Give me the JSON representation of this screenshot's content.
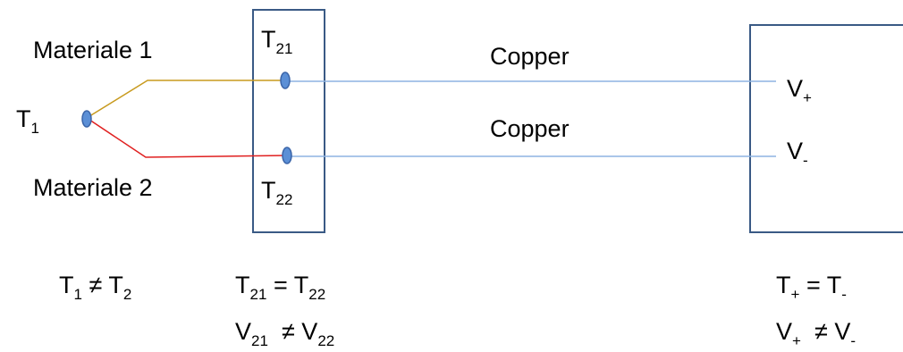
{
  "labels": {
    "materiale1": "Materiale 1",
    "materiale2": "Materiale 2",
    "copper_top": "Copper",
    "copper_bottom": "Copper",
    "t1": {
      "base": "T",
      "sub": "1"
    },
    "t21": {
      "base": "T",
      "sub": "21"
    },
    "t22": {
      "base": "T",
      "sub": "22"
    },
    "vplus": {
      "base": "V",
      "sub": "+"
    },
    "vminus": {
      "base": "V",
      "sub": "-"
    }
  },
  "equations": {
    "eq1": {
      "left": "T",
      "left_sub": "1",
      "op": "≠",
      "right": "T",
      "right_sub": "2"
    },
    "eq2": {
      "left": "T",
      "left_sub": "21",
      "op": "=",
      "right": "T",
      "right_sub": "22"
    },
    "eq3": {
      "left": "V",
      "left_sub": "21",
      "op": "≠",
      "right": "V",
      "right_sub": "22"
    },
    "eq4": {
      "left": "T",
      "left_sub": "+",
      "op": "=",
      "right": "T",
      "right_sub": "-"
    },
    "eq5": {
      "left": "V",
      "left_sub": "+",
      "op": "≠",
      "right": "V",
      "right_sub": "-"
    }
  },
  "colors": {
    "material1_wire": "#c89a1e",
    "material2_wire": "#e02020",
    "copper_wire": "#8db3e2",
    "junction_fill": "#5b8fd6",
    "junction_stroke": "#3a64a8",
    "box_stroke": "#3a5a85"
  }
}
